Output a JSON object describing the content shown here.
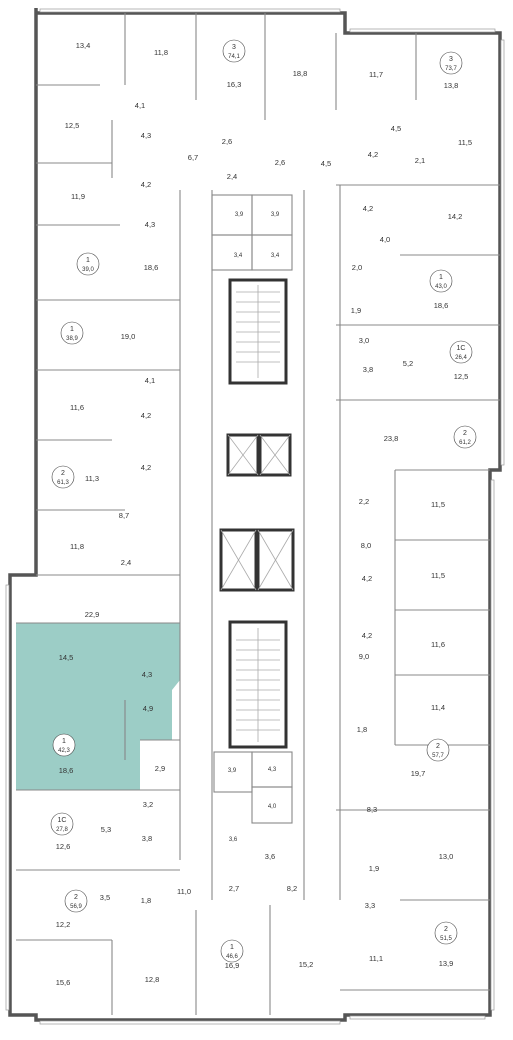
{
  "plan": {
    "highlight_color": "#9ccdc6",
    "rooms": [
      {
        "id": "r1",
        "label": "13,4"
      },
      {
        "id": "r2",
        "label": "11,8"
      },
      {
        "id": "r3",
        "label": "16,3"
      },
      {
        "id": "r4",
        "label": "18,8"
      },
      {
        "id": "r5",
        "label": "11,7"
      },
      {
        "id": "r6",
        "label": "13,8"
      },
      {
        "id": "r7",
        "label": "4,1"
      },
      {
        "id": "r8",
        "label": "12,5"
      },
      {
        "id": "r9",
        "label": "4,3"
      },
      {
        "id": "r10",
        "label": "6,7"
      },
      {
        "id": "r11",
        "label": "2,6"
      },
      {
        "id": "r12",
        "label": "2,6"
      },
      {
        "id": "r13",
        "label": "4,5"
      },
      {
        "id": "r14",
        "label": "4,5"
      },
      {
        "id": "r15",
        "label": "4,2"
      },
      {
        "id": "r16",
        "label": "2,1"
      },
      {
        "id": "r17",
        "label": "11,5"
      },
      {
        "id": "r18",
        "label": "4,2"
      },
      {
        "id": "r19",
        "label": "2,4"
      },
      {
        "id": "r20",
        "label": "11,9"
      },
      {
        "id": "r21",
        "label": "4,2"
      },
      {
        "id": "r22",
        "label": "14,2"
      },
      {
        "id": "r23",
        "label": "4,3"
      },
      {
        "id": "r24",
        "label": "3,9"
      },
      {
        "id": "r25",
        "label": "3,9"
      },
      {
        "id": "r26",
        "label": "4,0"
      },
      {
        "id": "r27",
        "label": "3,4"
      },
      {
        "id": "r28",
        "label": "3,4"
      },
      {
        "id": "r29",
        "label": "2,0"
      },
      {
        "id": "r30",
        "label": "18,6"
      },
      {
        "id": "r31",
        "label": "18,6"
      },
      {
        "id": "r32",
        "label": "1,9"
      },
      {
        "id": "r33",
        "label": "19,0"
      },
      {
        "id": "r34",
        "label": "3,0"
      },
      {
        "id": "r35",
        "label": "3,8"
      },
      {
        "id": "r36",
        "label": "5,2"
      },
      {
        "id": "r37",
        "label": "12,5"
      },
      {
        "id": "r38",
        "label": "4,1"
      },
      {
        "id": "r39",
        "label": "11,6"
      },
      {
        "id": "r40",
        "label": "4,2"
      },
      {
        "id": "r41",
        "label": "23,8"
      },
      {
        "id": "r42",
        "label": "4,2"
      },
      {
        "id": "r43",
        "label": "11,3"
      },
      {
        "id": "r44",
        "label": "2,2"
      },
      {
        "id": "r45",
        "label": "11,5"
      },
      {
        "id": "r46",
        "label": "8,7"
      },
      {
        "id": "r47",
        "label": "8,0"
      },
      {
        "id": "r48",
        "label": "11,8"
      },
      {
        "id": "r49",
        "label": "2,4"
      },
      {
        "id": "r50",
        "label": "11,5"
      },
      {
        "id": "r51",
        "label": "4,2"
      },
      {
        "id": "r52",
        "label": "22,9"
      },
      {
        "id": "r53",
        "label": "4,2"
      },
      {
        "id": "r54",
        "label": "11,6"
      },
      {
        "id": "r55",
        "label": "14,5"
      },
      {
        "id": "r56",
        "label": "4,3"
      },
      {
        "id": "r57",
        "label": "9,0"
      },
      {
        "id": "r58",
        "label": "4,9"
      },
      {
        "id": "r59",
        "label": "11,4"
      },
      {
        "id": "r60",
        "label": "1,8"
      },
      {
        "id": "r61",
        "label": "18,6"
      },
      {
        "id": "r62",
        "label": "2,9"
      },
      {
        "id": "r63",
        "label": "3,9"
      },
      {
        "id": "r64",
        "label": "4,3"
      },
      {
        "id": "r65",
        "label": "19,7"
      },
      {
        "id": "r66",
        "label": "4,0"
      },
      {
        "id": "r67",
        "label": "3,2"
      },
      {
        "id": "r68",
        "label": "8,3"
      },
      {
        "id": "r69",
        "label": "5,3"
      },
      {
        "id": "r70",
        "label": "3,8"
      },
      {
        "id": "r71",
        "label": "3,6"
      },
      {
        "id": "r72",
        "label": "3,6"
      },
      {
        "id": "r73",
        "label": "12,6"
      },
      {
        "id": "r74",
        "label": "1,9"
      },
      {
        "id": "r75",
        "label": "13,0"
      },
      {
        "id": "r76",
        "label": "11,0"
      },
      {
        "id": "r77",
        "label": "3,5"
      },
      {
        "id": "r78",
        "label": "1,8"
      },
      {
        "id": "r79",
        "label": "2,7"
      },
      {
        "id": "r80",
        "label": "8,2"
      },
      {
        "id": "r81",
        "label": "3,3"
      },
      {
        "id": "r82",
        "label": "12,2"
      },
      {
        "id": "r83",
        "label": "15,6"
      },
      {
        "id": "r84",
        "label": "12,8"
      },
      {
        "id": "r85",
        "label": "16,9"
      },
      {
        "id": "r86",
        "label": "15,2"
      },
      {
        "id": "r87",
        "label": "11,1"
      },
      {
        "id": "r88",
        "label": "13,9"
      }
    ],
    "apartments": [
      {
        "id": "a1",
        "rooms": "3",
        "area": "74,1"
      },
      {
        "id": "a2",
        "rooms": "3",
        "area": "73,7"
      },
      {
        "id": "a3",
        "rooms": "1",
        "area": "39,0"
      },
      {
        "id": "a4",
        "rooms": "1",
        "area": "43,0"
      },
      {
        "id": "a5",
        "rooms": "1",
        "area": "38,9"
      },
      {
        "id": "a6",
        "rooms": "1С",
        "area": "26,4"
      },
      {
        "id": "a7",
        "rooms": "2",
        "area": "61,2"
      },
      {
        "id": "a8",
        "rooms": "2",
        "area": "61,3"
      },
      {
        "id": "a9",
        "rooms": "1",
        "area": "42,3"
      },
      {
        "id": "a10",
        "rooms": "2",
        "area": "57,7"
      },
      {
        "id": "a11",
        "rooms": "1С",
        "area": "27,8"
      },
      {
        "id": "a12",
        "rooms": "2",
        "area": "56,9"
      },
      {
        "id": "a13",
        "rooms": "2",
        "area": "51,5"
      },
      {
        "id": "a14",
        "rooms": "1",
        "area": "46,6"
      }
    ]
  }
}
